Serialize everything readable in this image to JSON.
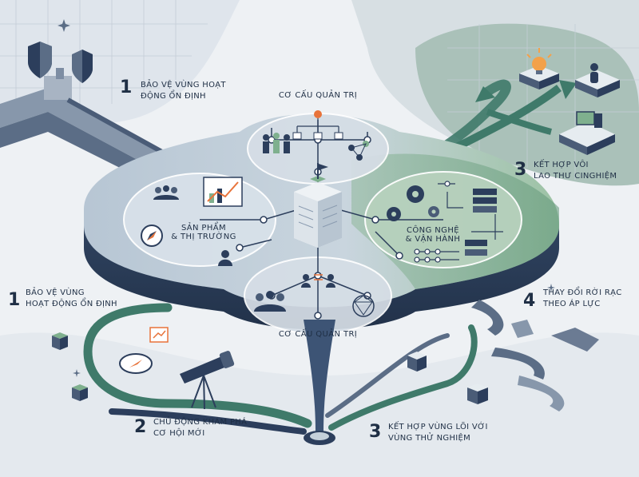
{
  "zones": {
    "top": "CƠ CẤU QUẢN TRỊ",
    "bottom": "CƠ CẤU QUẢN TRỊ",
    "left_line1": "SẢN PHẨM",
    "left_line2": "& THỊ TRƯỜNG",
    "right_line1": "CÔNG NGHỆ",
    "right_line2": "& VẬN HÀNH"
  },
  "steps": {
    "s1_top": {
      "num": "1",
      "line1": "BẢO VỆ VÙNG HOẠT",
      "line2": "ĐỘNG ỔN ĐỊNH"
    },
    "s1_left": {
      "num": "1",
      "line1": "BẢO VỆ VÙNG",
      "line2": "HOẠT ĐỘNG ỔN ĐỊNH"
    },
    "s2": {
      "num": "2",
      "line1": "CHỦ ĐỘNG KHÁM PHÁ",
      "line2": "CƠ HỘI MỚI"
    },
    "s3_top": {
      "num": "3",
      "line1": "KẾT HỢP VÔI",
      "line2": "LAO THƯ CINGHIỆM"
    },
    "s3_bottom": {
      "num": "3",
      "line1": "KẾT HỢP VÙNG LÕI VỚI",
      "line2": "VÙNG THỬ NGHIỆM"
    },
    "s4": {
      "num": "4",
      "line1": "THAY ĐỔI RỜI RẠC",
      "line2": "THEO ÁP LỰC"
    }
  },
  "colors": {
    "navy": "#2c3e5c",
    "teal": "#3f7a6a",
    "green": "#7fb08e",
    "orange": "#e8733a",
    "platform": "#3d5475"
  },
  "icons": [
    "shield-icon",
    "building-icon",
    "gear-icon",
    "server-icon",
    "compass-icon",
    "telescope-icon",
    "lightbulb-icon",
    "people-icon",
    "chart-icon",
    "person-icon",
    "network-icon",
    "monitor-icon"
  ]
}
